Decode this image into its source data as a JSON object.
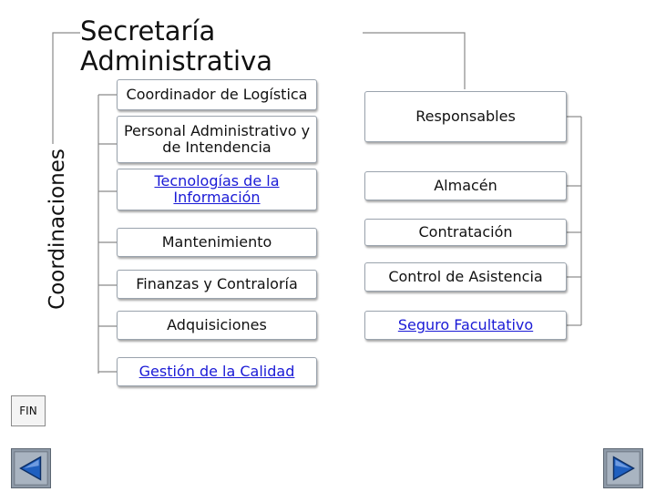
{
  "title": "Secretaría\nAdministrativa",
  "side_label": "Coordinaciones",
  "left_boxes": [
    {
      "label": "Coordinador de Logística",
      "link": false
    },
    {
      "label": "Personal Administrativo y de Intendencia",
      "link": false
    },
    {
      "label": "Tecnologías de la Información",
      "link": true
    },
    {
      "label": "Mantenimiento",
      "link": false
    },
    {
      "label": "Finanzas y Contraloría",
      "link": false
    },
    {
      "label": "Adquisiciones",
      "link": false
    },
    {
      "label": "Gestión de la Calidad",
      "link": true
    }
  ],
  "right_boxes": [
    {
      "label": "Responsables",
      "link": false
    },
    {
      "label": "Almacén",
      "link": false
    },
    {
      "label": "Contratación",
      "link": false
    },
    {
      "label": "Control de Asistencia",
      "link": false
    },
    {
      "label": "Seguro Facultativo",
      "link": true
    }
  ],
  "fin_label": "FIN",
  "nav": {
    "back_icon": "triangle-left-icon",
    "forward_icon": "triangle-right-icon"
  },
  "colors": {
    "link": "#1a1ad6",
    "nav_button": "#8e9aa8",
    "arrow_blue": "#1f5fbf"
  }
}
